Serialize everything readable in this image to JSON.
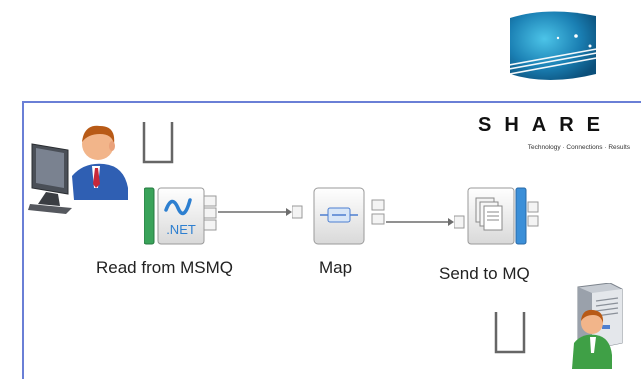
{
  "header": {
    "brand": "SHARE",
    "tagline": "Technology · Connections · Results",
    "logo_icon": "ibm-globe-logo"
  },
  "flow": {
    "nodes": [
      {
        "id": "read",
        "label": "Read from MSMQ",
        "icon": "dotnet-input-node-icon",
        "icon_text": ".NET"
      },
      {
        "id": "map",
        "label": "Map",
        "icon": "mapping-node-icon"
      },
      {
        "id": "send",
        "label": "Send to MQ",
        "icon": "mq-output-node-icon"
      }
    ],
    "connections": [
      {
        "from": "read",
        "to": "map"
      },
      {
        "from": "map",
        "to": "send"
      }
    ]
  },
  "actors": [
    {
      "name": "user-at-workstation",
      "icon": "user-computer-icon"
    },
    {
      "name": "user-at-server",
      "icon": "user-server-icon"
    }
  ],
  "queues": [
    {
      "name": "msmq-queue",
      "icon": "queue-icon"
    },
    {
      "name": "mq-queue",
      "icon": "queue-icon"
    }
  ],
  "colors": {
    "frame": "#6a7fd6",
    "accent_green": "#3aa35a",
    "accent_blue": "#3b8fd8",
    "connector": "#6d6d6d"
  }
}
